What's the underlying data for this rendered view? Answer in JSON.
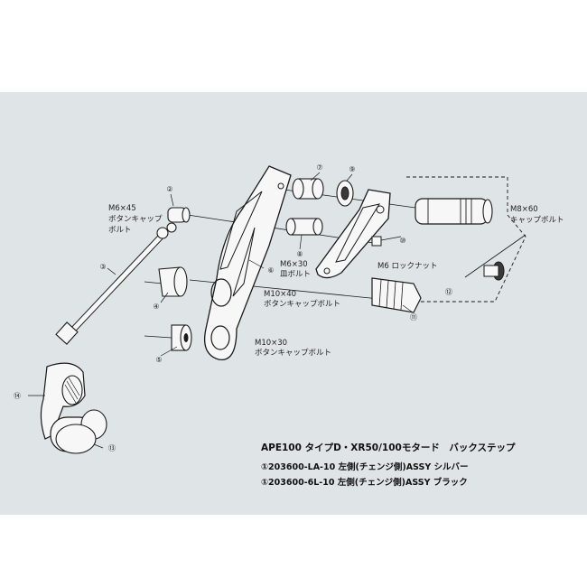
{
  "colors": {
    "panel_bg": "#dfe4e7",
    "line": "#1a1a1a",
    "part_fill": "#f7f7f7",
    "dark_fill": "#3a3a3a"
  },
  "callouts": {
    "n2": "②",
    "n3": "③",
    "n4": "④",
    "n5": "⑤",
    "n6": "⑥",
    "n7": "⑦",
    "n8": "⑧",
    "n9": "⑨",
    "n10": "⑩",
    "n11": "⑪",
    "n12": "⑫",
    "n13": "⑬",
    "n14": "⑭"
  },
  "labels": {
    "m6x45": "M6×45",
    "button_cap_bolt_a": "ボタンキャップ",
    "bolt_a": "ボルト",
    "m6x30": "M6×30",
    "countersunk_bolt": "皿ボルト",
    "m10x40": "M10×40",
    "button_cap_bolt_b": "ボタンキャップボルト",
    "m10x30": "M10×30",
    "button_cap_bolt_c": "ボタンキャップボルト",
    "m6_locknut": "M6 ロックナット",
    "m8x60": "M8×60",
    "cap_bolt": "キャップボルト"
  },
  "title": "APE100 タイプD・XR50/100モタード　バックステップ",
  "parts_list": [
    "①203600-LA-10 左側(チェンジ側)ASSY シルバー",
    "①203600-6L-10 左側(チェンジ側)ASSY ブラック"
  ]
}
